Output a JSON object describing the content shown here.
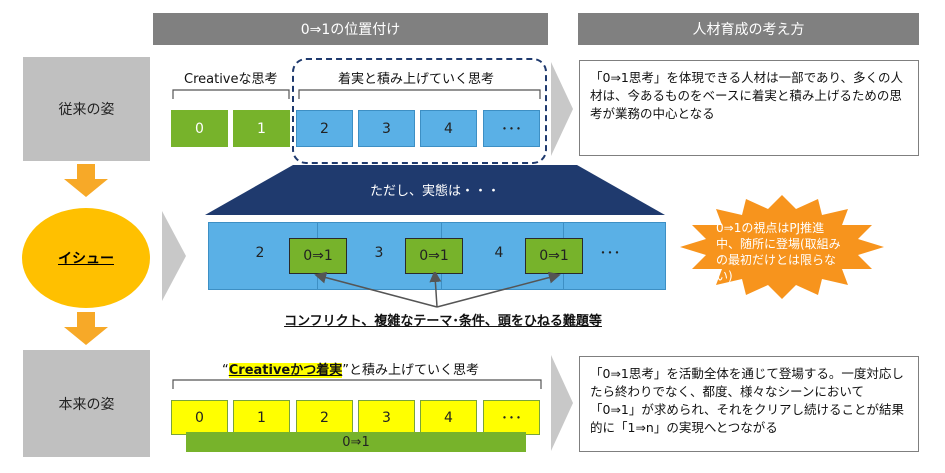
{
  "headers": {
    "positioning": "0⇒1の位置付け",
    "talent": "人材育成の考え方"
  },
  "rows": {
    "conventional": "従来の姿",
    "issue": "イシュー",
    "ideal": "本来の姿"
  },
  "conventional": {
    "creative_caption": "Creativeな思考",
    "steady_caption": "着実と積み上げていく思考",
    "boxes": [
      "0",
      "1",
      "2",
      "3",
      "4",
      "･･･"
    ],
    "note": "「0⇒1思考」を体現できる人材は一部であり、多くの人材は、今あるものをベースに着実と積み上げるための思考が業務の中心となる"
  },
  "issue": {
    "reality_banner": "ただし、実態は・・・",
    "blue_boxes": [
      "2",
      "3",
      "4",
      "･･･"
    ],
    "inner_boxes": [
      "0⇒1",
      "0⇒1",
      "0⇒1"
    ],
    "burst_text": "0⇒1の視点はPJ推進中、随所に登場(取組みの最初だけとは限らない)",
    "conflict_caption": "コンフリクト、複雑なテーマ･条件、頭をひねる難題等"
  },
  "ideal": {
    "caption_quote_open": "“",
    "caption_highlight": "Creativeかつ着実",
    "caption_rest": "”と積み上げていく思考",
    "boxes": [
      "0",
      "1",
      "2",
      "3",
      "4",
      "･･･"
    ],
    "bar_label": "0⇒1",
    "note": "「0⇒1思考」を活動全体を通じて登場する。一度対応したら終わりでなく、都度、様々なシーンにおいて「0⇒1」が求められ、それをクリアし続けることが結果的に「1⇒n」の実現へとつながる"
  },
  "colors": {
    "header_gray": "#808080",
    "row_gray": "#c0c0c0",
    "green": "#77b32b",
    "blue": "#5ab0e6",
    "navy": "#1f3a6e",
    "yellow": "#ffff00",
    "orange": "#f7941d",
    "issue_circle": "#ffc000"
  }
}
